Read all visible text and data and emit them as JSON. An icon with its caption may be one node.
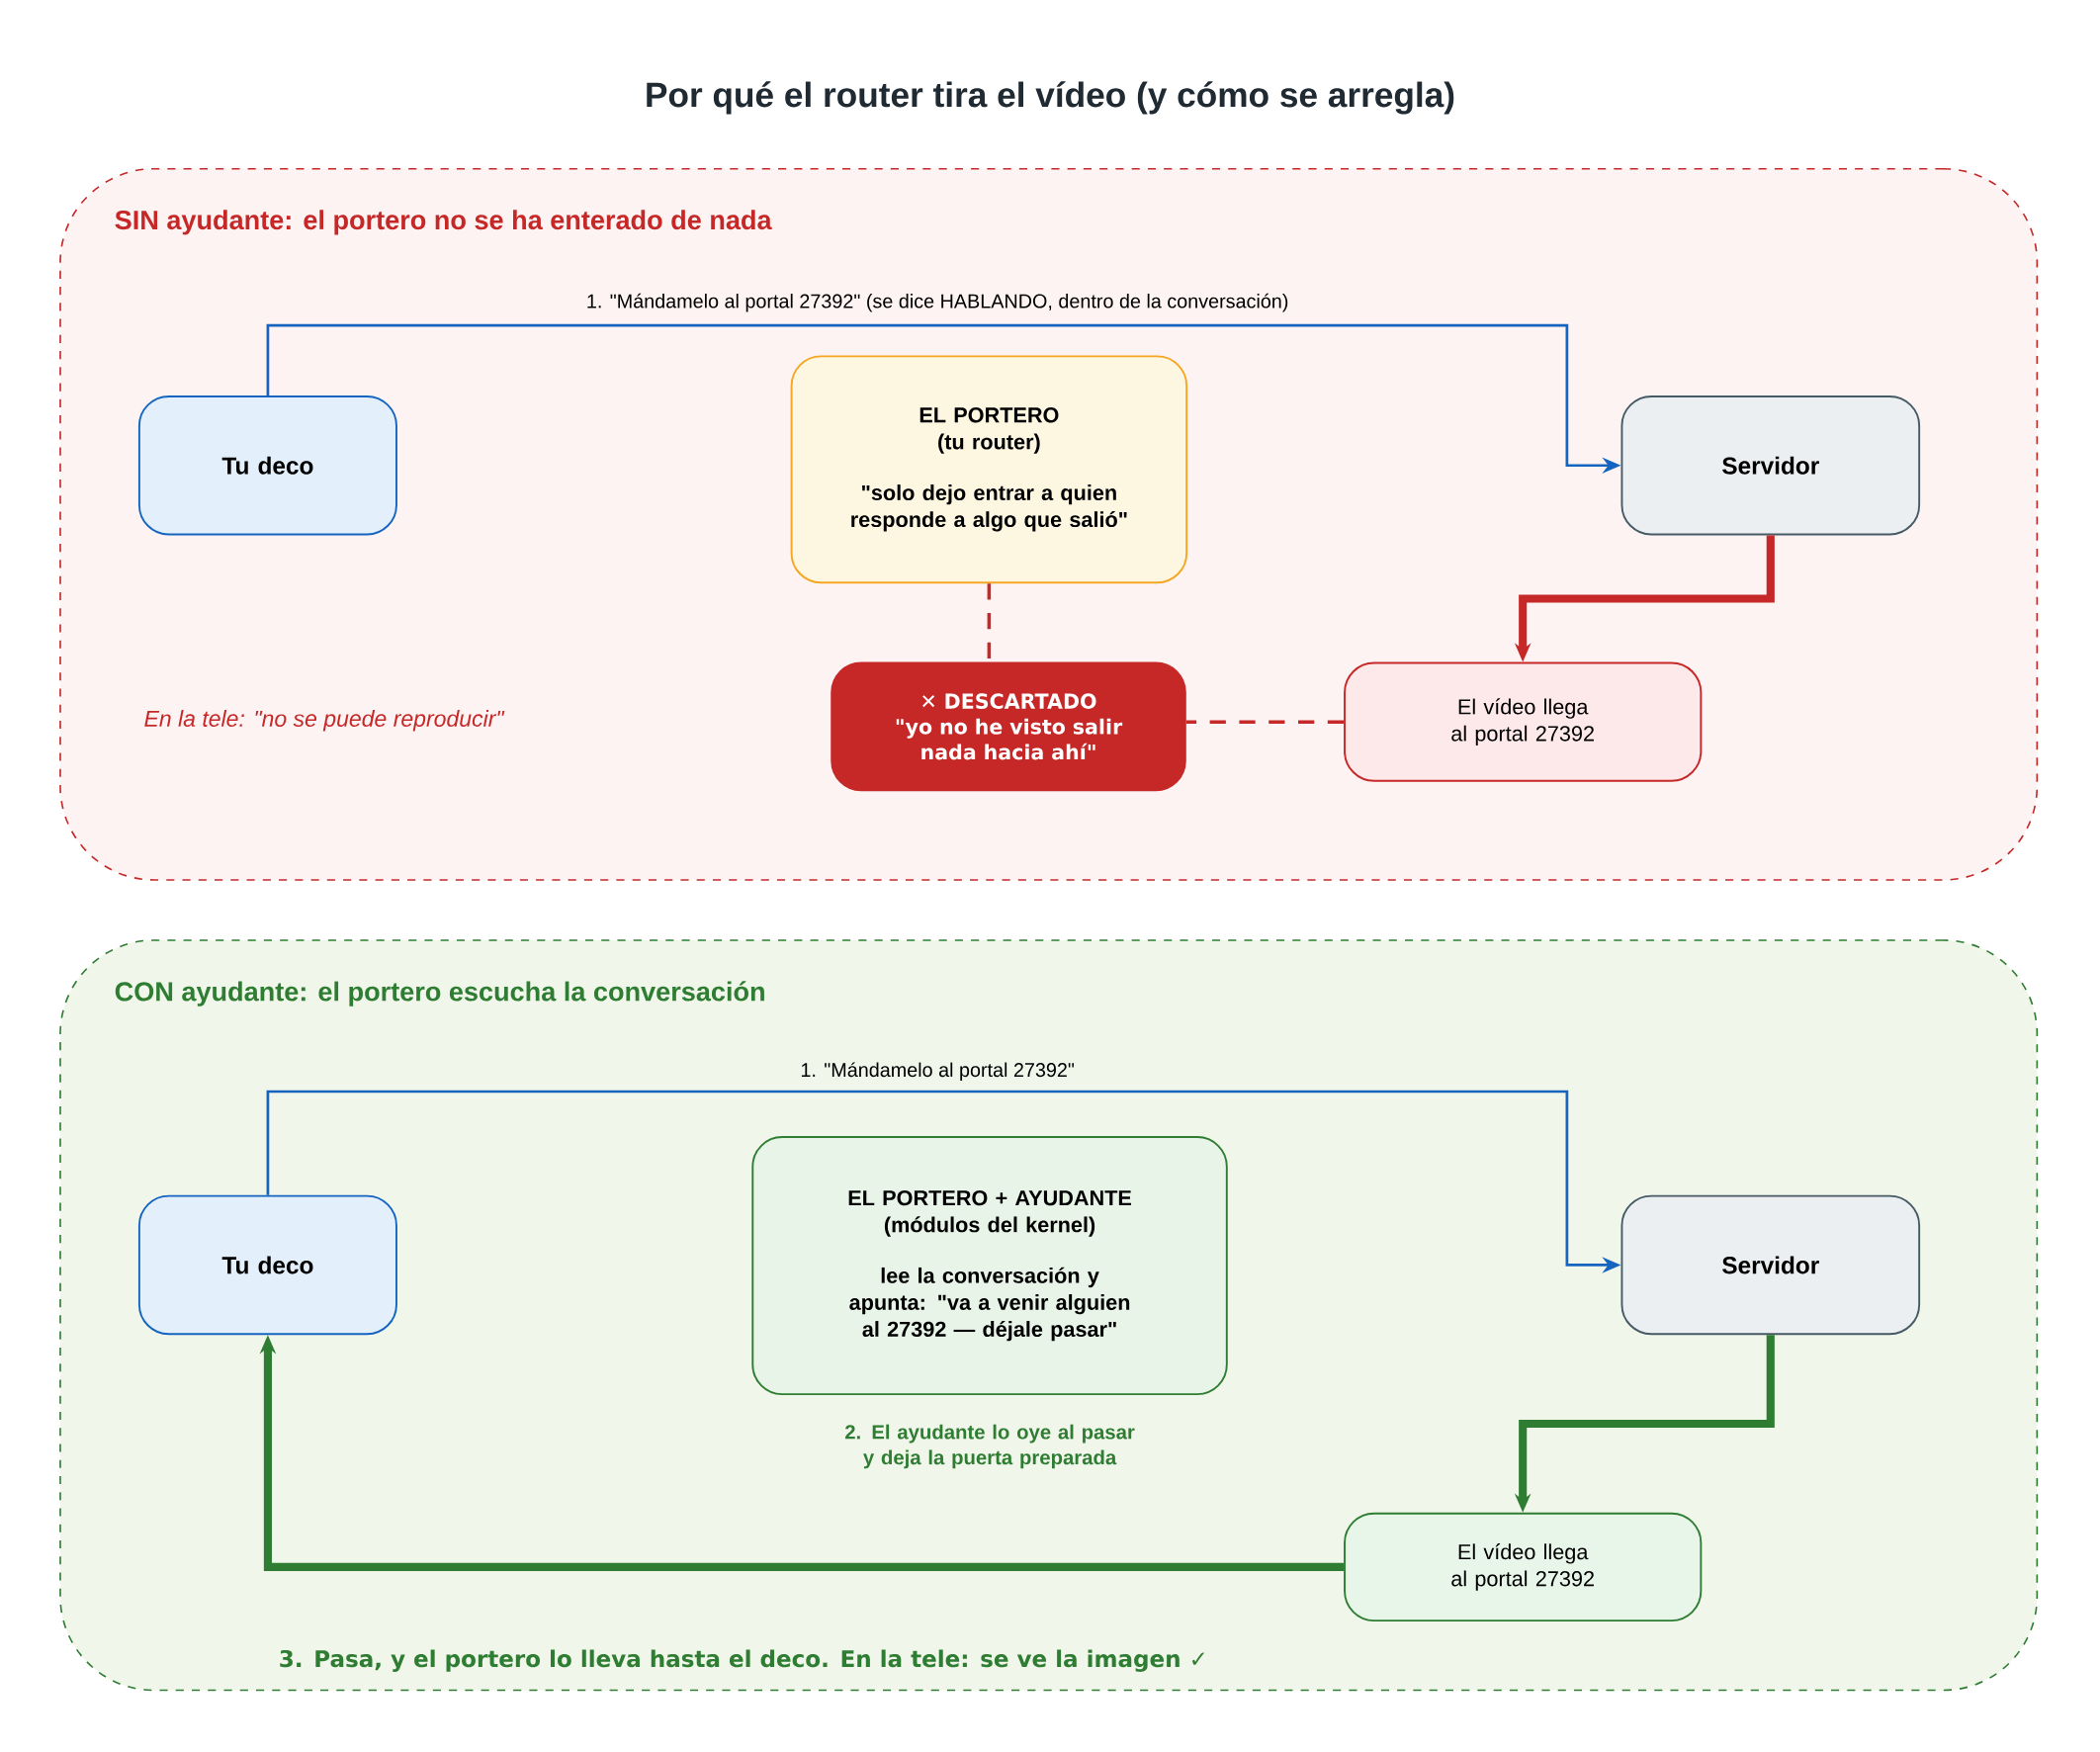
{
  "diagram": {
    "title": "Por qué el router tira el vídeo (y cómo se arregla)",
    "nodes": [
      {
        "text": [
          "SIN ayudante: el portero no se ha enterado de nada"
        ]
      },
      {
        "text": [
          "Tu deco"
        ],
        "in": 0
      },
      {
        "text": [
          "EL PORTERO",
          "(tu router)",
          "\"solo dejo entrar a quien responde a algo que salió\""
        ],
        "in": 0
      },
      {
        "text": [
          "Servidor"
        ],
        "in": 0
      },
      {
        "text": [
          "✕ DESCARTADO",
          "\"yo no he visto salir nada hacia ahí\""
        ],
        "in": 0
      },
      {
        "text": [
          "El vídeo llega al portal 27392"
        ],
        "in": 0
      },
      {
        "text": [
          "CON ayudante: el portero escucha la conversación"
        ]
      },
      {
        "text": [
          "Tu deco"
        ],
        "in": 6
      },
      {
        "text": [
          "EL PORTERO + AYUDANTE",
          "(módulos del kernel)",
          "lee la conversación y apunta: \"va a venir alguien al 27392 — déjale pasar\""
        ],
        "in": 6,
        "beside": [
          "2. El ayudante lo oye al pasar y deja la puerta preparada"
        ]
      },
      {
        "text": [
          "Servidor"
        ],
        "in": 6
      },
      {
        "text": [
          "El vídeo llega al portal 27392"
        ],
        "in": 6
      }
    ],
    "edges": [
      {
        "from": 1,
        "to": 3,
        "arrow": "to",
        "label": "1. \"Mándamelo al portal 27392\" (se dice HABLANDO, dentro de la conversación)",
        "color": "#1565c0"
      },
      {
        "from": 3,
        "to": 5,
        "arrow": "to",
        "style": "thick",
        "color": "#c62828"
      },
      {
        "from": 2,
        "to": 4,
        "arrow": "none",
        "style": "dashed",
        "color": "#c62828"
      },
      {
        "from": 5,
        "to": 4,
        "arrow": "none",
        "style": "dashed",
        "color": "#c62828"
      },
      {
        "from": 7,
        "to": 9,
        "arrow": "to",
        "label": "1. \"Mándamelo al portal 27392\"",
        "color": "#1565c0"
      },
      {
        "from": 9,
        "to": 10,
        "arrow": "to",
        "style": "thick",
        "color": "#2e7d32"
      },
      {
        "from": 10,
        "to": 7,
        "arrow": "to",
        "style": "thick",
        "color": "#2e7d32"
      }
    ],
    "labels": [
      "En la tele: \"no se puede reproducir\"",
      "3. Pasa, y el portero lo lleva hasta el deco. En la tele: se ve la imagen ✓"
    ]
  }
}
